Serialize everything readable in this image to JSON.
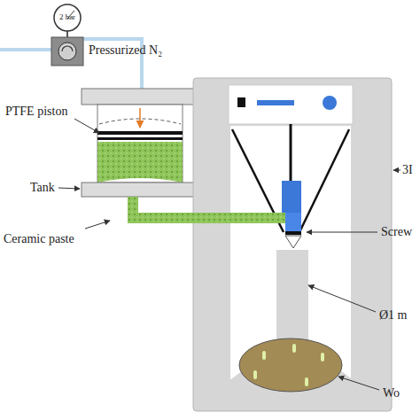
{
  "diagram": {
    "labels": [
      "2 bar",
      "Pressurized N₂",
      "PTFE piston",
      "Tank",
      "Ceramic paste",
      "3I",
      "Screw",
      "Ø1 m",
      "Wo"
    ]
  }
}
